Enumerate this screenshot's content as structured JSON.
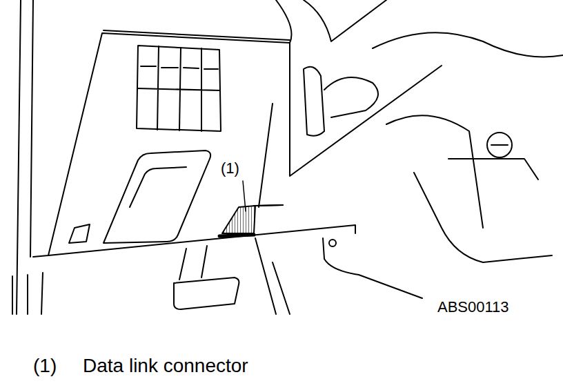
{
  "diagram": {
    "labels": [
      "(1)",
      "ABS00113",
      "(1)",
      "Data link connector"
    ]
  }
}
